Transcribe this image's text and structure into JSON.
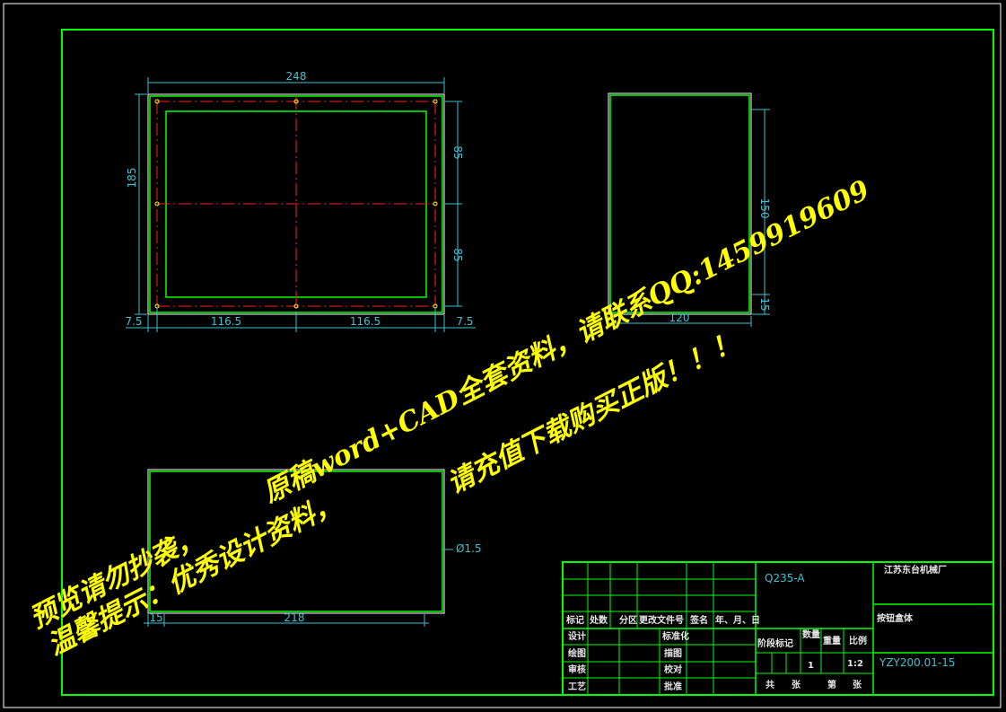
{
  "dimensions": {
    "top_width": "248",
    "top_height": "185",
    "right_upper": "85",
    "right_lower": "85",
    "left_margin": "7.5",
    "half_left": "116.5",
    "half_right": "116.5",
    "right_margin": "7.5",
    "side_width": "120",
    "side_height": "150",
    "side_small": "15",
    "front_width": "218",
    "front_small": "15",
    "front_note": "Ø1.5"
  },
  "title_block": {
    "material": "Q235-A",
    "company": "江苏东台机械厂",
    "part_name": "按钮盒体",
    "drawing_no": "YZY200.01-15",
    "header_labels": [
      "标记",
      "处数",
      "分区",
      "更改文件号",
      "签名",
      "年、月、日"
    ],
    "row_labels": [
      "设计",
      "绘图",
      "审核",
      "工艺"
    ],
    "mid_labels": [
      "标准化",
      "描图",
      "校对",
      "批准"
    ],
    "stage_label": "阶段标记",
    "weight_label": "重量",
    "qty_label": "数量",
    "scale_label": "比例",
    "qty_value": "1",
    "scale_value": "1:2",
    "sheets": [
      "共",
      "张",
      "第",
      "张"
    ]
  },
  "watermark": {
    "line1": "原稿word+CAD全套资料，请联系QQ:1459919609",
    "line2": "请充值下载购买正版！！！",
    "line3": "预览请勿抄袭，",
    "line4": "温馨提示：优秀设计资料，"
  },
  "colors": {
    "frame": "#00ff00",
    "dimension": "#40c0d0",
    "centerline": "#ff2020",
    "outline": "#00ff00",
    "inner": "#ffffff",
    "watermark": "#ffff00"
  }
}
